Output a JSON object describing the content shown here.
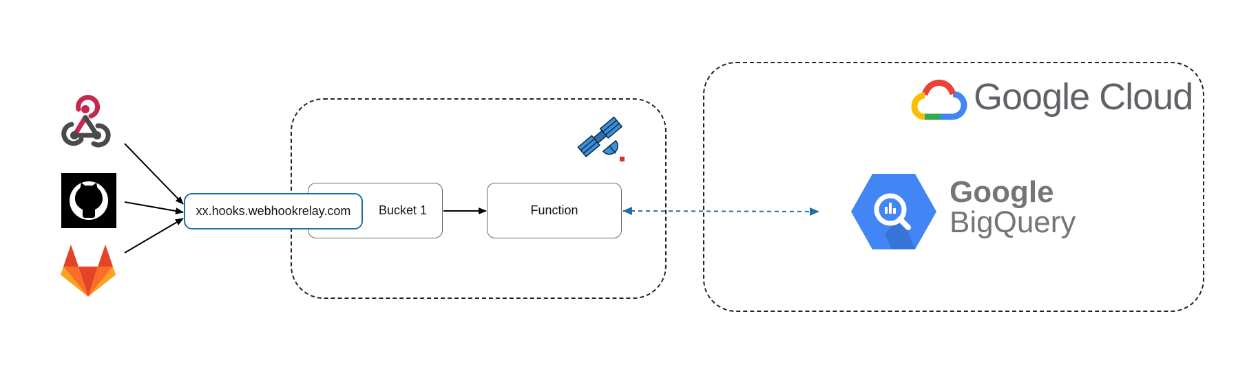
{
  "nodes": {
    "relay": "xx.hooks.webhookrelay.com",
    "bucket": "Bucket 1",
    "function": "Function"
  },
  "google_cloud": {
    "google": "Google",
    "cloud": "Cloud"
  },
  "bigquery": {
    "google": "Google",
    "product": "BigQuery"
  },
  "icons": {
    "sources": [
      "webhook-icon",
      "github-icon",
      "gitlab-icon"
    ],
    "relay_region": "satellite-icon",
    "cloud": "google-cloud-logo",
    "warehouse": "bigquery-icon"
  },
  "colors": {
    "dashed": "#222222",
    "relay_border": "#1b6ea8",
    "bidirectional_link": "#1b6ea8",
    "bigquery_blue": "#4285f4"
  }
}
